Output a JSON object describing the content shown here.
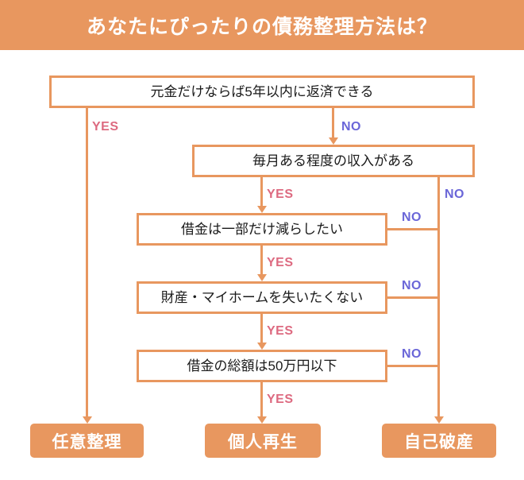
{
  "header": {
    "title": "あなたにぴったりの債務整理方法は？",
    "background_color": "#e8975f",
    "text_color": "#ffffff"
  },
  "palette": {
    "accent_orange": "#e8975f",
    "yes_label_color": "#dd6a80",
    "no_label_color": "#6a66d8",
    "box_background": "#ffffff",
    "page_background": "#ffffff"
  },
  "flowchart": {
    "type": "decision-tree",
    "questions": [
      {
        "id": "q1",
        "text": "元金だけならば5年以内に返済できる",
        "yes_label": "YES",
        "no_label": "NO",
        "yes_target": "任意整理",
        "no_target": "q2"
      },
      {
        "id": "q2",
        "text": "毎月ある程度の収入がある",
        "yes_label": "YES",
        "no_label": "NO",
        "yes_target": "q3",
        "no_target": "自己破産"
      },
      {
        "id": "q3",
        "text": "借金は一部だけ減らしたい",
        "yes_label": "YES",
        "no_label": "NO",
        "yes_target": "q4",
        "no_target": "自己破産"
      },
      {
        "id": "q4",
        "text": "財産・マイホームを失いたくない",
        "yes_label": "YES",
        "no_label": "NO",
        "yes_target": "q5",
        "no_target": "自己破産"
      },
      {
        "id": "q5",
        "text": "借金の総額は50万円以下",
        "yes_label": "YES",
        "no_label": "NO",
        "yes_target": "個人再生",
        "no_target": "自己破産"
      }
    ],
    "results": [
      {
        "id": "r1",
        "text": "任意整理"
      },
      {
        "id": "r2",
        "text": "個人再生"
      },
      {
        "id": "r3",
        "text": "自己破産"
      }
    ],
    "branch_labels": {
      "q1_yes": "YES",
      "q1_no": "NO",
      "q2_yes": "YES",
      "q2_no": "NO",
      "q3_yes": "YES",
      "q3_no": "NO",
      "q4_yes": "YES",
      "q4_no": "NO",
      "q5_yes": "YES",
      "q5_no": "NO"
    }
  }
}
